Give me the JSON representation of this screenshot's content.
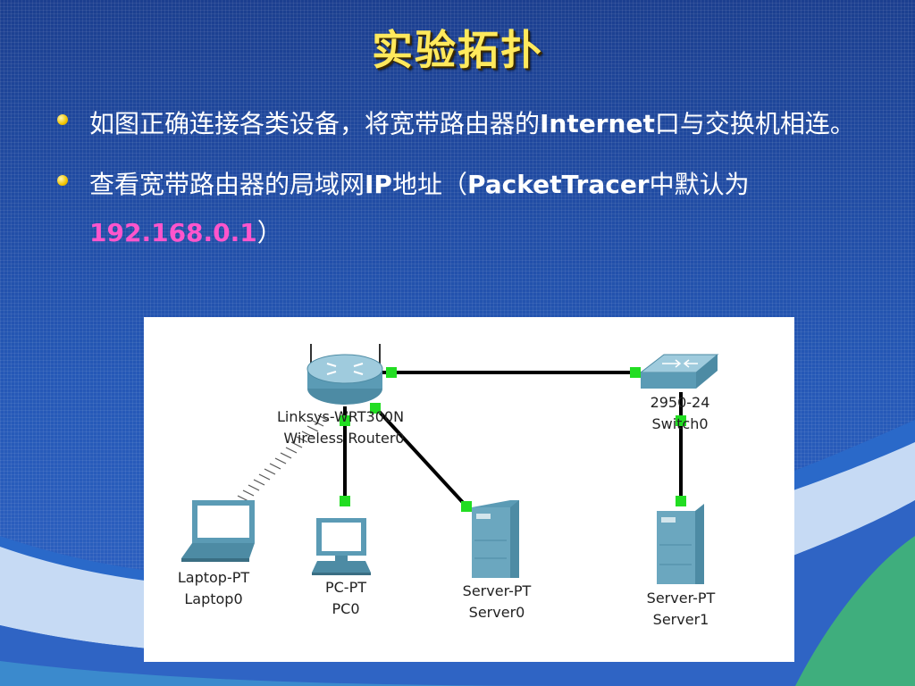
{
  "slide": {
    "title": "实验拓扑",
    "bullets": [
      {
        "pre": "如图正确连接各类设备，将宽带路由器的",
        "em": "Internet",
        "post": "口与交换机相连。"
      },
      {
        "pre": "查看宽带路由器的局域网",
        "em1": "IP",
        "mid": "地址（",
        "em2": "PacketTracer",
        "mid2": "中默认为",
        "ip": "192.168.0.1",
        "post": "）"
      }
    ]
  },
  "topology": {
    "router": {
      "line1": "Linksys-WRT300N",
      "line2": "Wireless Router0"
    },
    "switch": {
      "line1": "2950-24",
      "line2": "Switch0"
    },
    "laptop": {
      "line1": "Laptop-PT",
      "line2": "Laptop0"
    },
    "pc": {
      "line1": "PC-PT",
      "line2": "PC0"
    },
    "server0": {
      "line1": "Server-PT",
      "line2": "Server0"
    },
    "server1": {
      "line1": "Server-PT",
      "line2": "Server1"
    }
  },
  "colors": {
    "title": "#ffe95c",
    "ip_highlight": "#ff55cc",
    "link_port": "#22dd22",
    "device": "#5b9bb5"
  },
  "icons": [
    "bullet-dot-icon",
    "router-icon",
    "switch-icon",
    "laptop-icon",
    "pc-icon",
    "server-icon",
    "wireless-link-icon"
  ]
}
